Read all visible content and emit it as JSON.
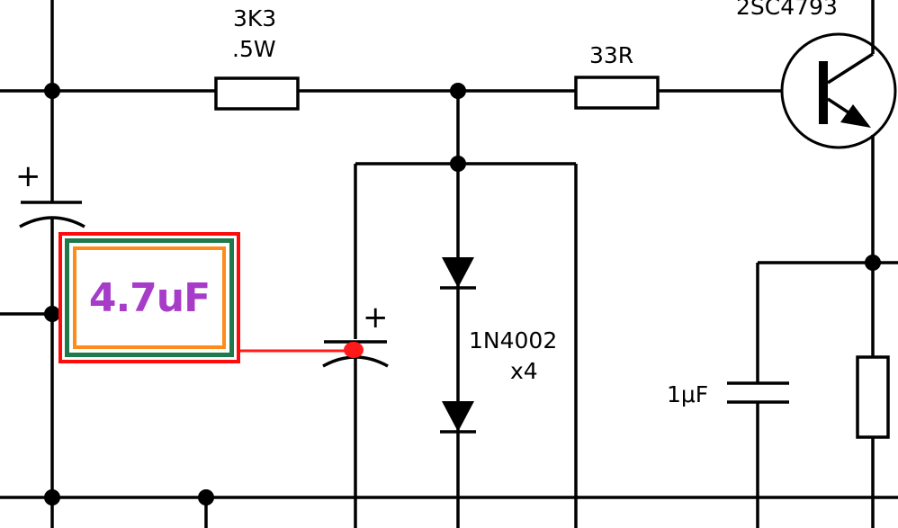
{
  "schematic": {
    "labels": {
      "r1_value": "3K3",
      "r1_power": ".5W",
      "r2_value": "33R",
      "transistor": "2SC4793",
      "diode_part": "1N4002",
      "diode_count": "x4",
      "cap_value": "1μF",
      "plus_left": "+",
      "plus_mid": "+"
    }
  },
  "annotation": {
    "text": "4.7uF",
    "text_color": "#a63cc8",
    "outer_color": "#ff0a0a",
    "green_color": "#1e7a4a",
    "orange_color": "#ff8c1a",
    "marker_color": "#ff1a1a"
  }
}
